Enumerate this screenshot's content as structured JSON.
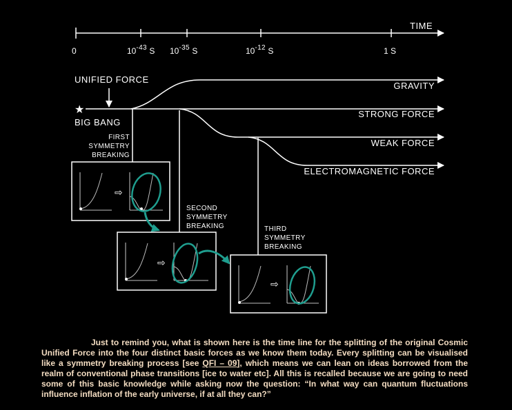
{
  "time_axis": {
    "label": "TIME",
    "ticks": [
      "0",
      "10",
      "10",
      "10",
      "1 S"
    ],
    "exponents": [
      "",
      "-43",
      "-35",
      "-12",
      ""
    ],
    "tick_units": [
      "",
      " S",
      " S",
      " S",
      ""
    ]
  },
  "labels": {
    "unified_force": "UNIFIED FORCE",
    "big_bang": "BIG BANG",
    "gravity": "GRAVITY",
    "strong_force": "STRONG FORCE",
    "weak_force": "WEAK FORCE",
    "electromagnetic_force": "ELECTROMAGNETIC FORCE"
  },
  "breakings": {
    "first": [
      "FIRST",
      "SYMMETRY",
      "BREAKING"
    ],
    "second": [
      "SECOND",
      "SYMMETRY",
      "BREAKING"
    ],
    "third": [
      "THIRD",
      "SYMMETRY",
      "BREAKING"
    ]
  },
  "colors": {
    "accent": "#1f9e8f",
    "caption": "#f3dcc1"
  },
  "caption": {
    "before_link": "Just to remind you, what is shown here is the time line for the splitting of the original Cosmic Unified Force into the four distinct basic forces as we know them today. Every splitting can be visualised like a symmetry breaking process [see ",
    "link": "QFI – 09",
    "after_link": "], which means we can lean on ideas borrowed from the realm of conventional phase transitions [ice to water etc]. All this is recalled because we are going to need some of this basic knowledge while asking now the question: “In what way can quantum fluctuations influence inflation of the early universe, if at all they can?”"
  }
}
